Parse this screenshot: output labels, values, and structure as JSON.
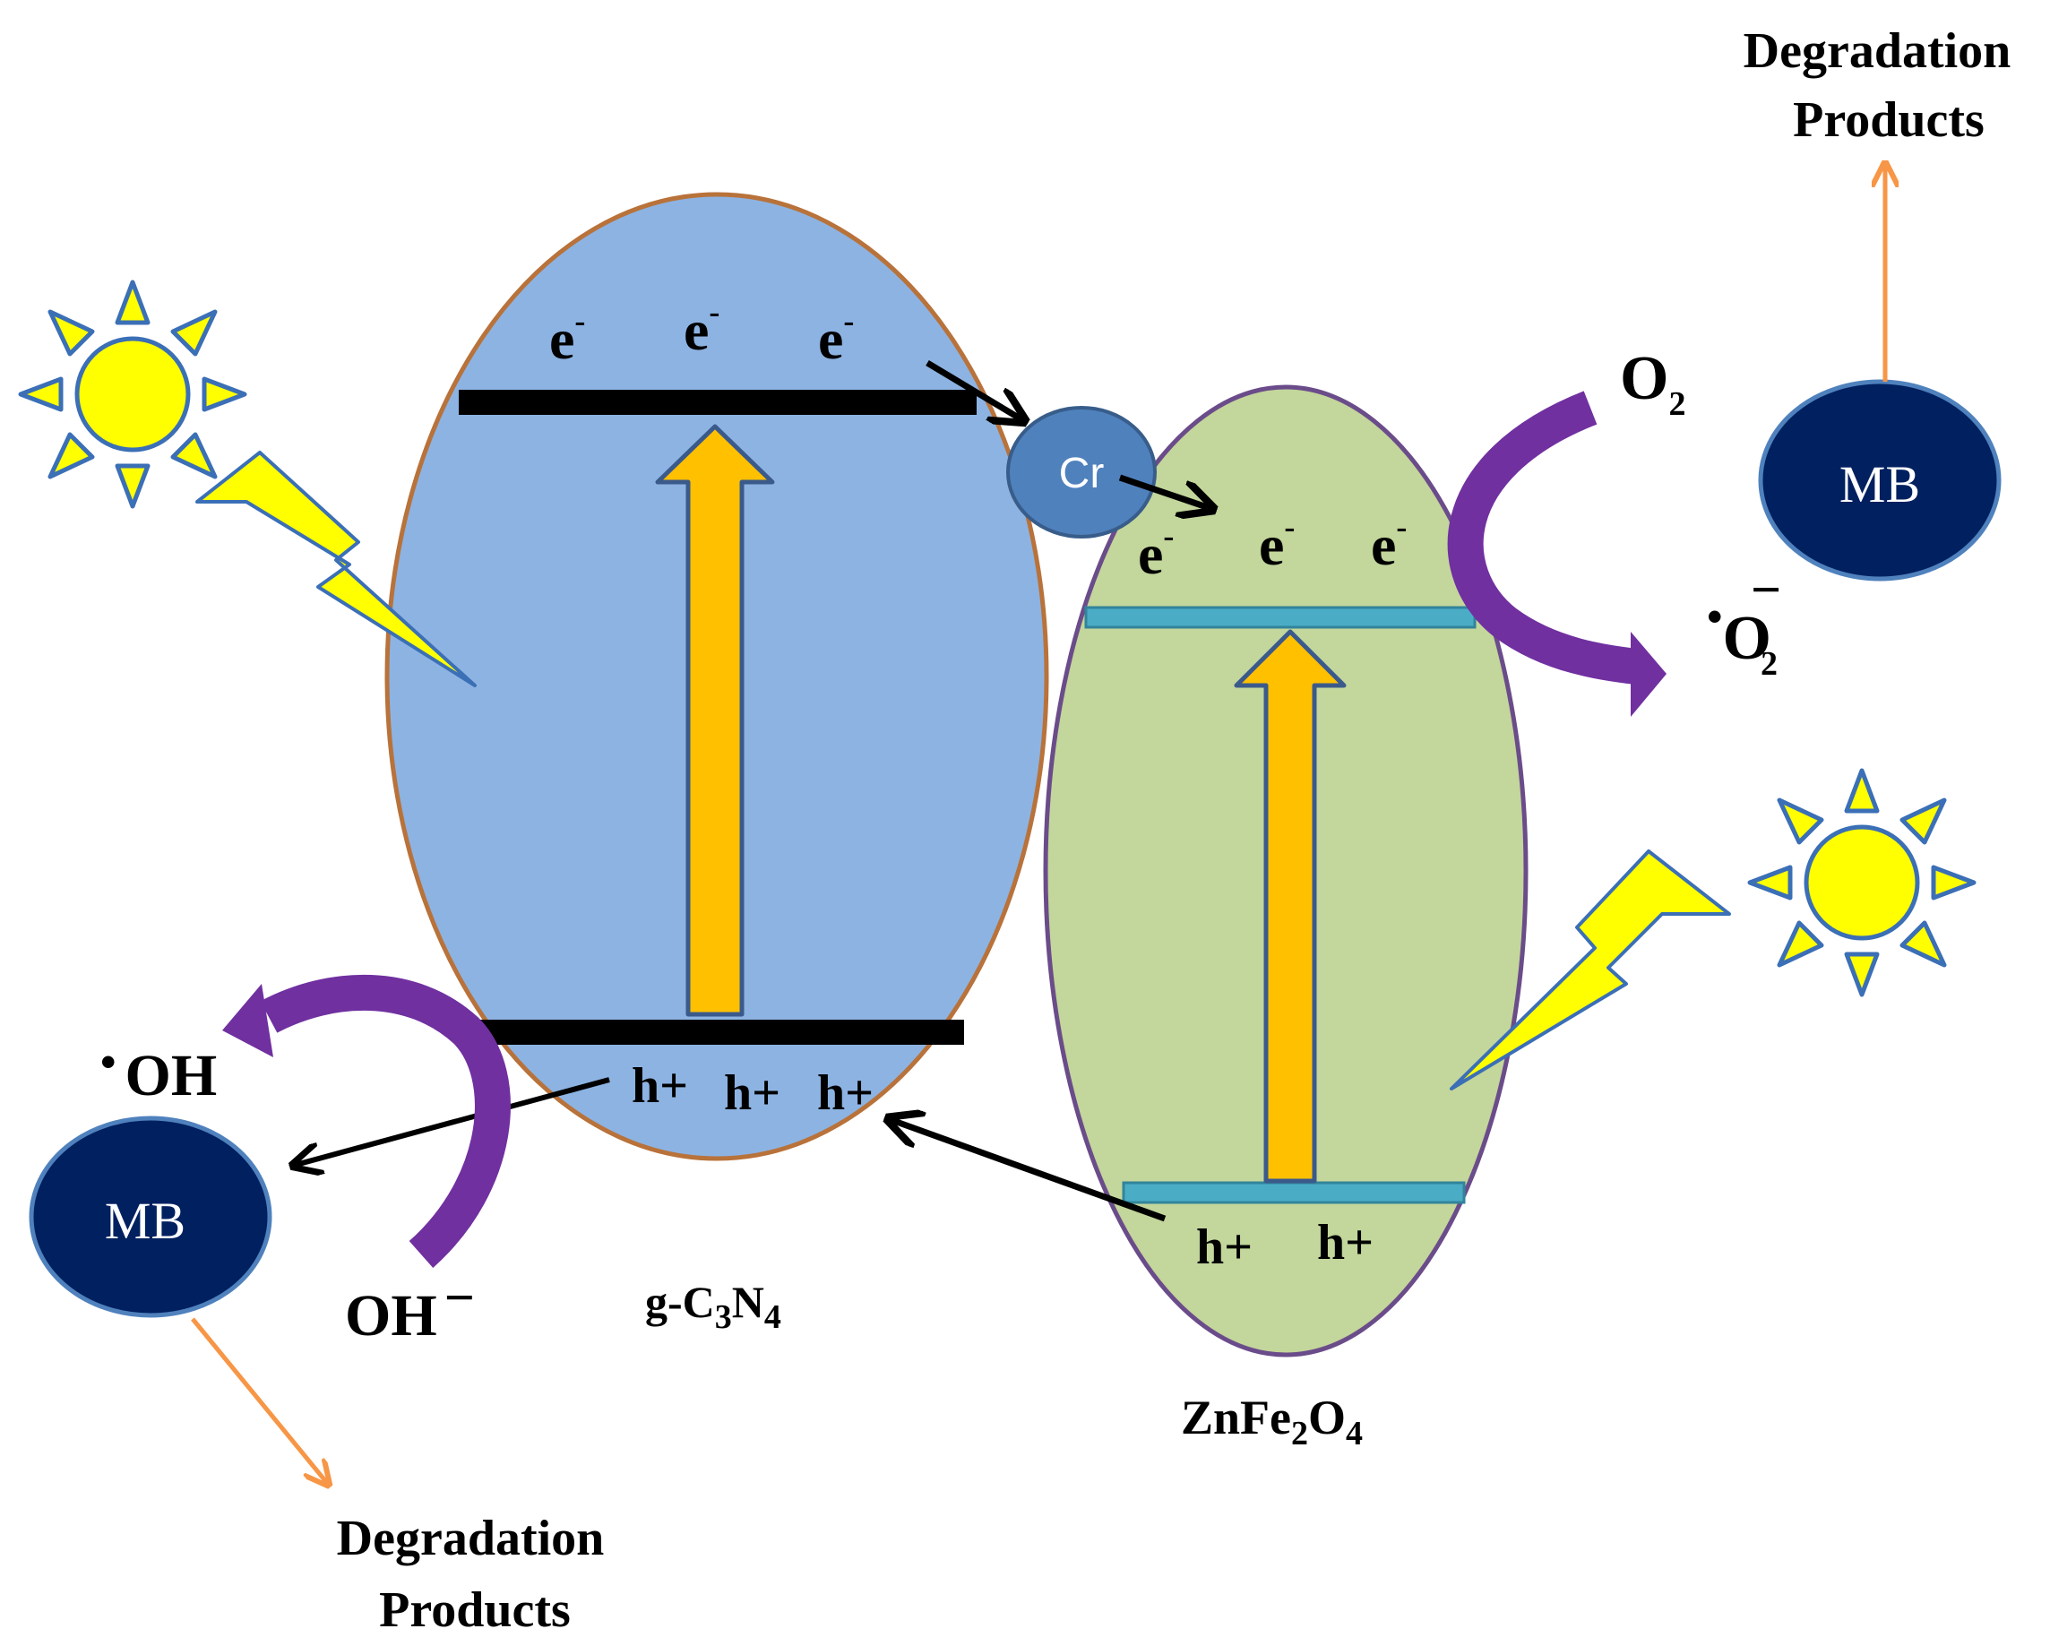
{
  "colors": {
    "gcn_fill": "#8DB3E2",
    "gcn_stroke": "#B8723A",
    "zf_fill": "#C3D69B",
    "zf_stroke": "#6B4C8A",
    "band_dark": "#000000",
    "band_teal": "#4BACC6",
    "excitation_arrow": "#FFC000",
    "excitation_stroke": "#3B5A8C",
    "curved_arrow": "#7030A0",
    "product_arrow": "#F79646",
    "mb_fill": "#002060",
    "cr_fill": "#4F81BD",
    "sun_fill": "#FFFF00",
    "sun_stroke": "#3B6FB6",
    "bolt_fill": "#FFFF00"
  },
  "icons": [
    "sun-icon",
    "lightning-icon"
  ],
  "materials": {
    "gcn": {
      "name": "g-C",
      "sub1": "3",
      "mid": "N",
      "sub2": "4"
    },
    "zf": {
      "name": "ZnFe",
      "sub1": "2",
      "mid": "O",
      "sub2": "4"
    }
  },
  "carriers": {
    "electron": "e",
    "electron_charge": "-",
    "hole": "h+"
  },
  "dopant": "Cr",
  "species": {
    "o2": "O",
    "o2_sub": "2",
    "superoxide": "O",
    "superoxide_sub": "2",
    "superoxide_charge": "−",
    "radical_dot": "•",
    "hydroxyl": "OH",
    "hydroxide": "OH",
    "hydroxide_charge": "−"
  },
  "pollutant": "MB",
  "products": {
    "line1": "Degradation",
    "line2": "Products"
  }
}
